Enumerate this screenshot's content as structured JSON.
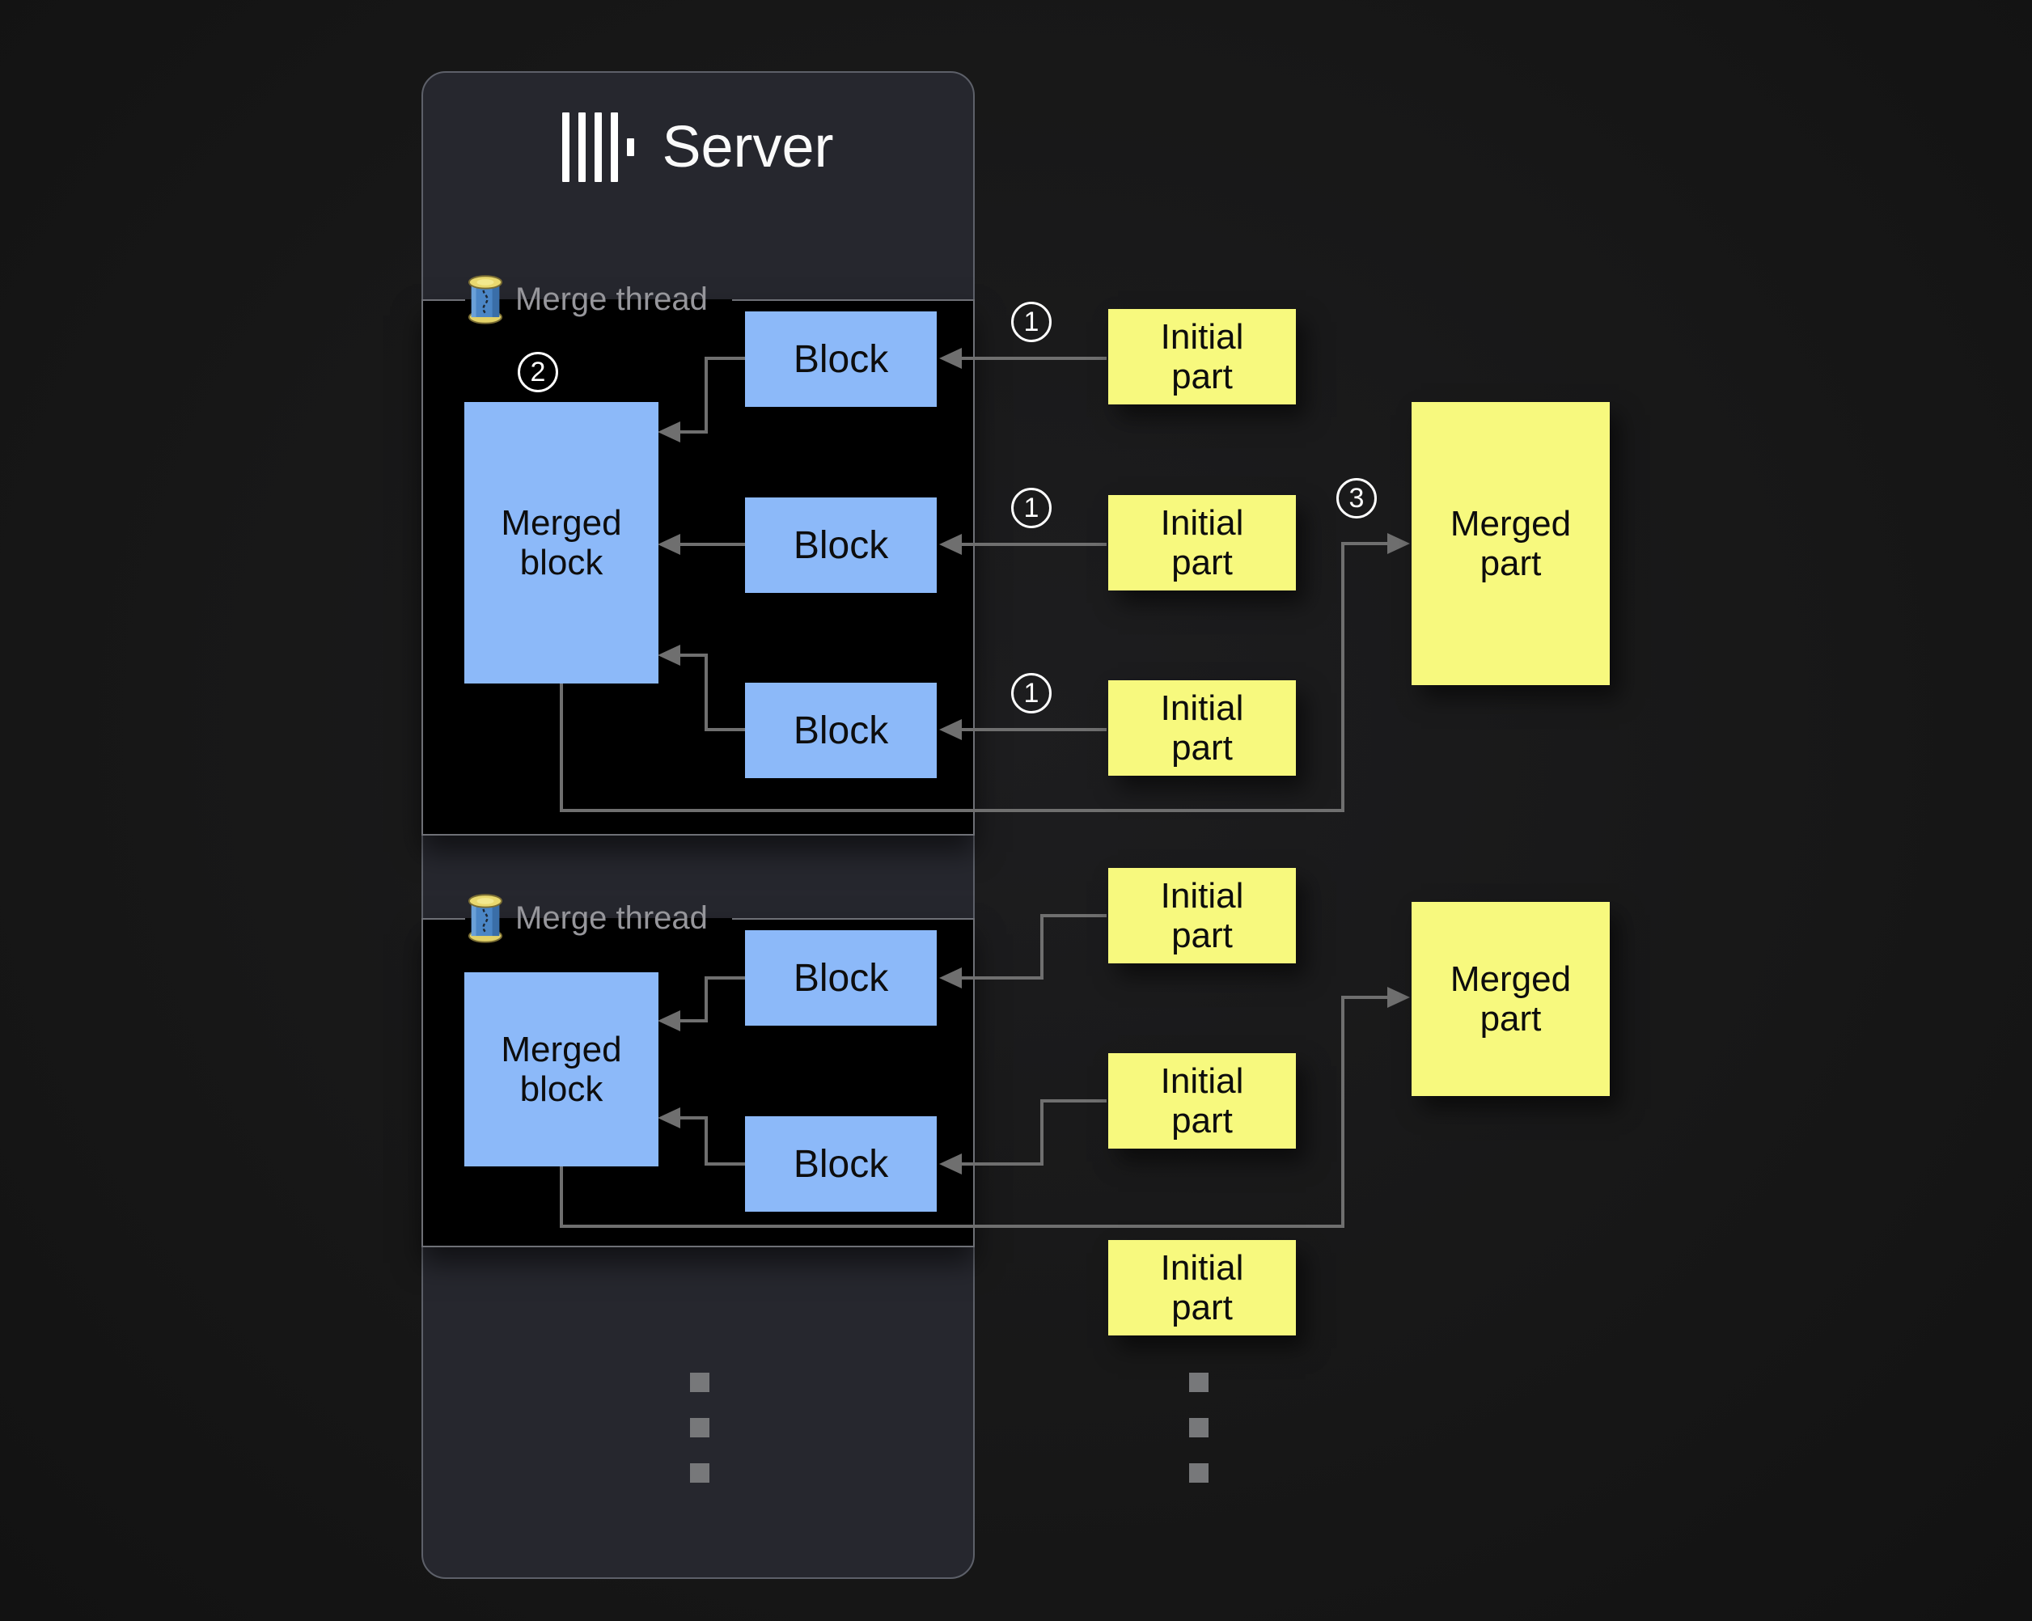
{
  "server": {
    "title": "Server"
  },
  "threads": [
    {
      "label": "Merge thread",
      "merged_block": "Merged block",
      "blocks": [
        "Block",
        "Block",
        "Block"
      ],
      "badge": "2"
    },
    {
      "label": "Merge thread",
      "merged_block": "Merged block",
      "blocks": [
        "Block",
        "Block"
      ]
    }
  ],
  "parts": {
    "initial": [
      "Initial part",
      "Initial part",
      "Initial part",
      "Initial part",
      "Initial part",
      "Initial part"
    ],
    "merged": [
      "Merged part",
      "Merged part"
    ],
    "badges_initial": [
      "1",
      "1",
      "1"
    ],
    "badge_merged": "3"
  },
  "colors": {
    "block_blue": "#8cb9f9",
    "part_yellow": "#f7f97e",
    "connector_gray": "#6f6f6f",
    "server_panel_bg": "#26272e",
    "thread_panel_bg": "#000000",
    "legend_gray": "#96969b",
    "title_white": "#fafafa"
  }
}
